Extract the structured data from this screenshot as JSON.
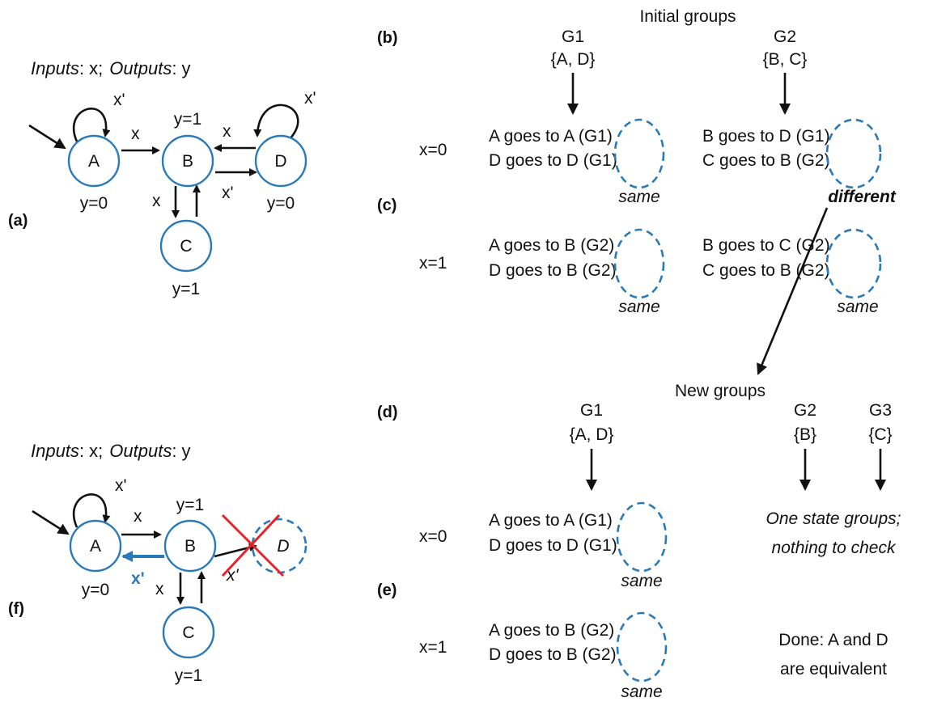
{
  "panel_labels": {
    "a": "(a)",
    "b": "(b)",
    "c": "(c)",
    "d": "(d)",
    "e": "(e)",
    "f": "(f)"
  },
  "fsm_top": {
    "inputs_label": "Inputs",
    "inputs_rest": ": x;",
    "outputs_label": "Outputs",
    "outputs_rest": ": y",
    "states": {
      "A": "A",
      "B": "B",
      "C": "C",
      "D": "D"
    },
    "outputs": {
      "A": "y=0",
      "B": "y=1",
      "C": "y=1",
      "D": "y=0"
    },
    "edge_labels": {
      "a_self": "x'",
      "a_to_b": "x",
      "d_to_b": "x",
      "b_to_d": "x'",
      "b_to_c": "x",
      "d_self": "x'"
    }
  },
  "fsm_bottom": {
    "inputs_label": "Inputs",
    "inputs_rest": ": x;",
    "outputs_label": "Outputs",
    "outputs_rest": ": y",
    "states": {
      "A": "A",
      "B": "B",
      "C": "C",
      "D": "D"
    },
    "outputs": {
      "A": "y=0",
      "B": "y=1",
      "C": "y=1"
    },
    "edge_labels": {
      "a_self": "x'",
      "a_to_b": "x",
      "b_to_a": "x'",
      "b_to_d": "x'",
      "b_to_c": "x"
    },
    "accent_color": "#2a7ab9",
    "cross_color": "#e8222a"
  },
  "top": {
    "heading": "Initial groups",
    "groups": [
      {
        "name": "G1",
        "members": "{A, D}"
      },
      {
        "name": "G2",
        "members": "{B, C}"
      }
    ],
    "x0_label": "x=0",
    "x1_label": "x=1",
    "g1_x0": [
      "A goes to A (G1)",
      "D goes to D (G1)"
    ],
    "g2_x0": [
      "B goes to D (G1)",
      "C goes to B (G2)"
    ],
    "g1_x1": [
      "A goes to B (G2)",
      "D goes to B (G2)"
    ],
    "g2_x1": [
      "B goes to C (G2)",
      "C goes to B (G2)"
    ],
    "same": "same",
    "different": "different"
  },
  "bottom": {
    "heading": "New groups",
    "groups": [
      {
        "name": "G1",
        "members": "{A, D}"
      },
      {
        "name": "G2",
        "members": "{B}"
      },
      {
        "name": "G3",
        "members": "{C}"
      }
    ],
    "x0_label": "x=0",
    "x1_label": "x=1",
    "g1_x0": [
      "A goes to A (G1)",
      "D goes to D (G1)"
    ],
    "g1_x1": [
      "A goes to B (G2)",
      "D goes to B (G2)"
    ],
    "same": "same",
    "note": [
      "One state groups;",
      "nothing to check"
    ],
    "done": [
      "Done: A and D",
      "are equivalent"
    ]
  }
}
